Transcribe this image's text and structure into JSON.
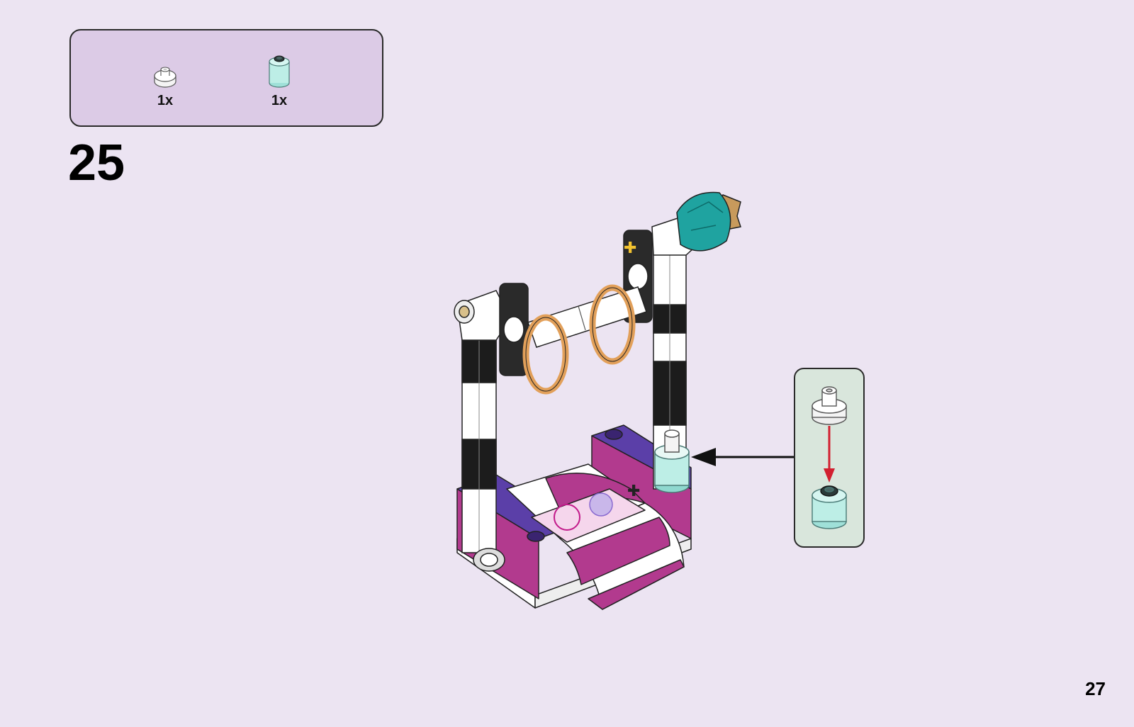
{
  "parts_list": [
    {
      "icon": "white-round-plate-1x1-icon",
      "qty": "1x"
    },
    {
      "icon": "trans-light-blue-round-brick-1x1-icon",
      "qty": "1x"
    }
  ],
  "step": {
    "number": "25"
  },
  "page": {
    "number": "27"
  },
  "colors": {
    "background": "#ece4f2",
    "parts_box": "#dccbe6",
    "callout_box": "#d9e6dc",
    "magenta": "#b23a8e",
    "purple": "#5b3fa8",
    "teal": "#1fa3a0",
    "orange": "#e2a05a",
    "arrow_red": "#d22030"
  }
}
